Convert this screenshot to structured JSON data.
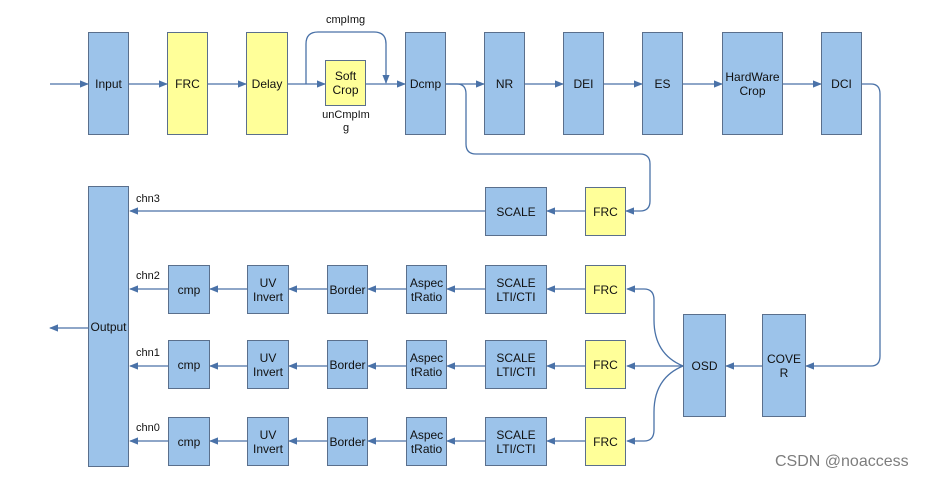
{
  "colors": {
    "module_blue": "#9cc3ea",
    "module_yellow": "#ffff99",
    "wire": "#4a72a8",
    "border": "#5a6f8c"
  },
  "top_pipeline": {
    "input": "Input",
    "frc": "FRC",
    "delay": "Delay",
    "soft_crop": "Soft\nCrop",
    "dcmp": "Dcmp",
    "nr": "NR",
    "dei": "DEI",
    "es": "ES",
    "hardware_crop": "HardWare\nCrop",
    "dci": "DCI"
  },
  "labels": {
    "cmp_img": "cmpImg",
    "uncmp_img": "unCmpIm\ng"
  },
  "output": "Output",
  "cover": "COVE\nR",
  "osd": "OSD",
  "chn3": {
    "label": "chn3",
    "scale": "SCALE",
    "frc": "FRC"
  },
  "chn2": {
    "label": "chn2",
    "cmp": "cmp",
    "uv_invert": "UV\nInvert",
    "border": "Border",
    "aspect_ratio": "Aspec\ntRatio",
    "scale": "SCALE\nLTI/CTI",
    "frc": "FRC"
  },
  "chn1": {
    "label": "chn1",
    "cmp": "cmp",
    "uv_invert": "UV\nInvert",
    "border": "Border",
    "aspect_ratio": "Aspec\ntRatio",
    "scale": "SCALE\nLTI/CTI",
    "frc": "FRC"
  },
  "chn0": {
    "label": "chn0",
    "cmp": "cmp",
    "uv_invert": "UV\nInvert",
    "border": "Border",
    "aspect_ratio": "Aspec\ntRatio",
    "scale": "SCALE\nLTI/CTI",
    "frc": "FRC"
  },
  "watermark": "CSDN @noaccess"
}
